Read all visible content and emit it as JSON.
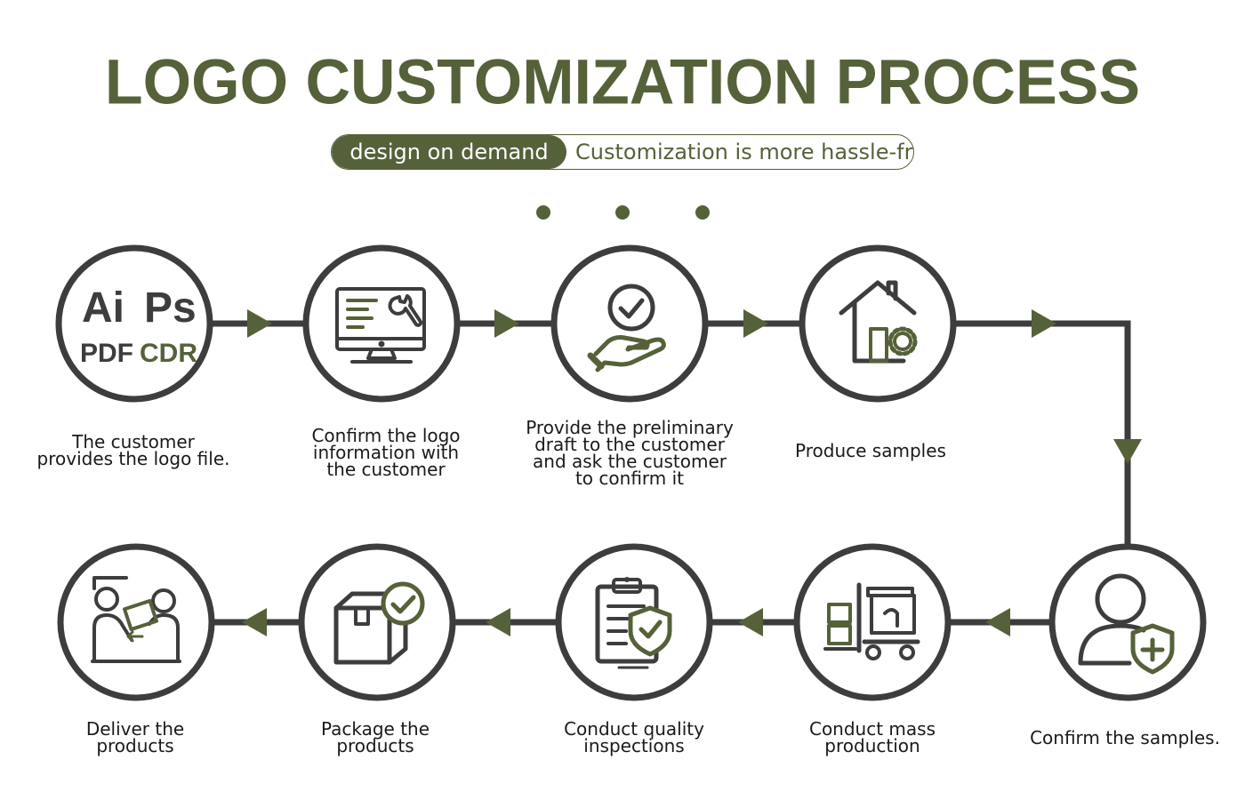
{
  "title": "LOGO CUSTOMIZATION PROCESS",
  "tagline": {
    "left": "design on demand",
    "right": "Customization is more hassle-free"
  },
  "colors": {
    "accent": "#556139",
    "line": "#3d3d3d",
    "text": "#1a1a1a"
  },
  "steps": [
    {
      "label": "The customer\nprovides the logo file.",
      "icon": "file-formats-icon",
      "file_formats": [
        "Ai",
        "Ps",
        "PDF",
        "CDR"
      ]
    },
    {
      "label": "Confirm the logo\ninformation with\nthe customer",
      "icon": "monitor-wrench-icon"
    },
    {
      "label": "Provide the preliminary\ndraft to the customer\nand ask the customer\nto confirm it",
      "icon": "hand-checkmark-icon"
    },
    {
      "label": "Produce samples",
      "icon": "house-gear-icon"
    },
    {
      "label": "Confirm the samples.",
      "icon": "user-shield-icon"
    },
    {
      "label": "Conduct mass\nproduction",
      "icon": "forklift-icon"
    },
    {
      "label": "Conduct quality\ninspections",
      "icon": "clipboard-shield-icon"
    },
    {
      "label": "Package the\nproducts",
      "icon": "box-checkmark-icon"
    },
    {
      "label": "Deliver the\nproducts",
      "icon": "handover-icon"
    }
  ]
}
